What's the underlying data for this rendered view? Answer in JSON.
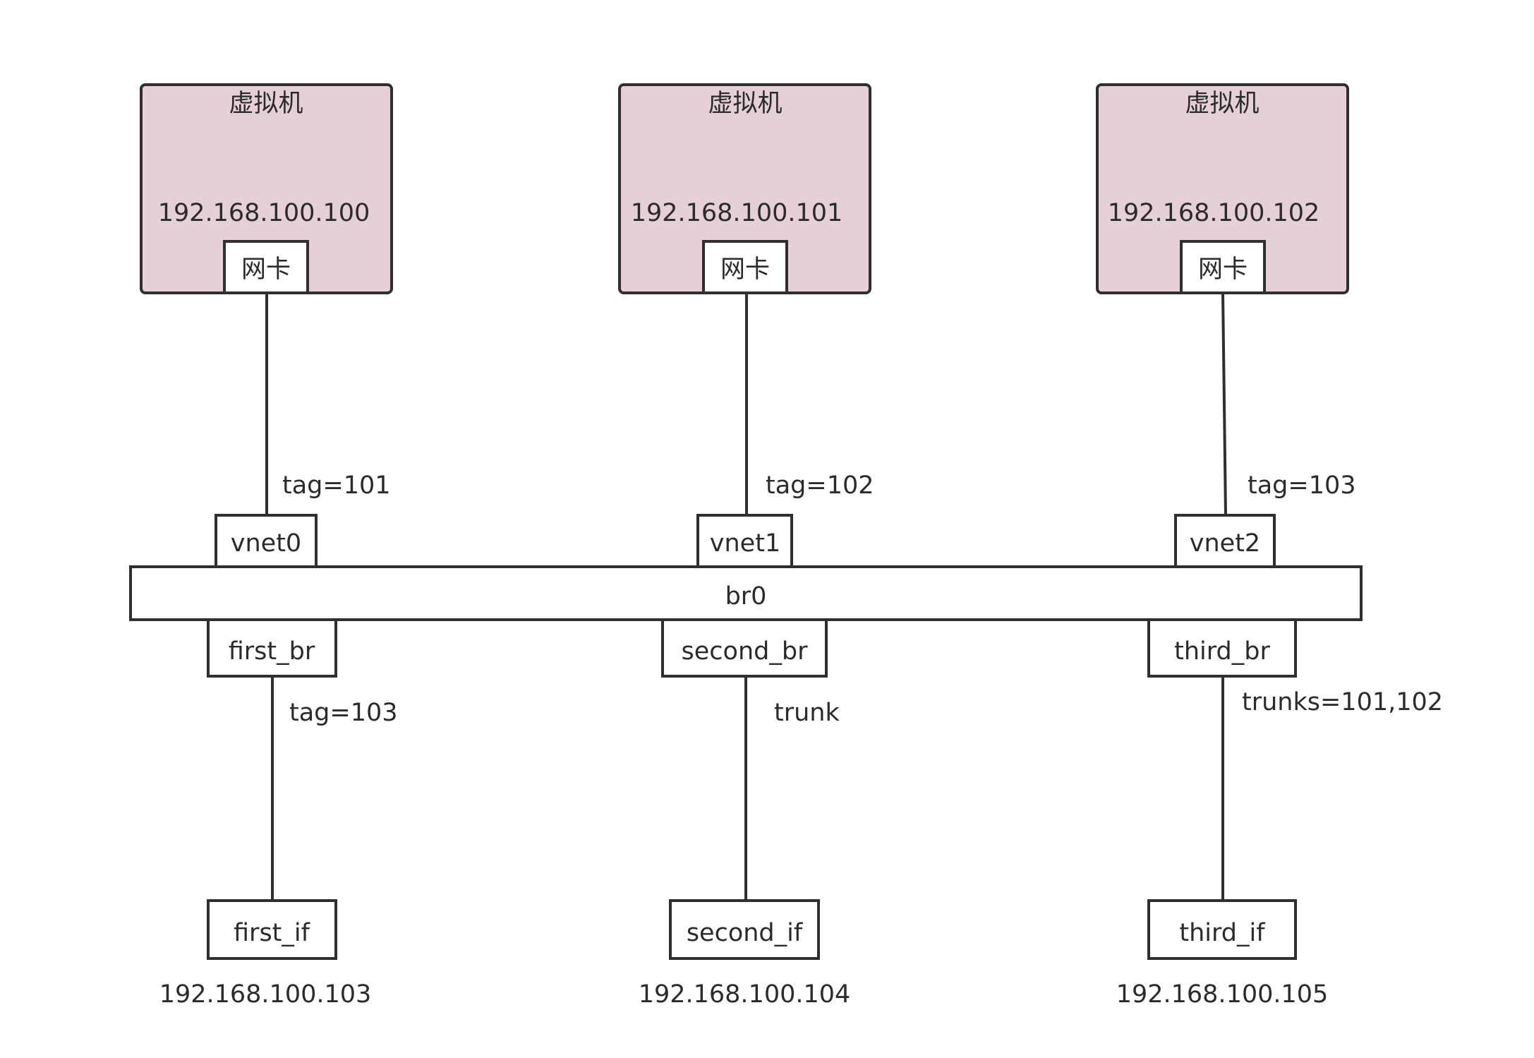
{
  "vms": [
    {
      "title": "虚拟机",
      "ip": "192.168.100.100",
      "nic": "网卡",
      "tag": "tag=101",
      "vnet": "vnet0"
    },
    {
      "title": "虚拟机",
      "ip": "192.168.100.101",
      "nic": "网卡",
      "tag": "tag=102",
      "vnet": "vnet1"
    },
    {
      "title": "虚拟机",
      "ip": "192.168.100.102",
      "nic": "网卡",
      "tag": "tag=103",
      "vnet": "vnet2"
    }
  ],
  "bridge": {
    "label": "br0"
  },
  "ports": [
    {
      "port": "first_br",
      "mode": "tag=103",
      "iface": "first_if",
      "ip": "192.168.100.103"
    },
    {
      "port": "second_br",
      "mode": "trunk",
      "iface": "second_if",
      "ip": "192.168.100.104"
    },
    {
      "port": "third_br",
      "mode": "trunks=101,102",
      "iface": "third_if",
      "ip": "192.168.100.105"
    }
  ],
  "colors": {
    "vm_fill": "#e6d0d7",
    "stroke": "#2f2f2f",
    "text": "#2b2b2b"
  }
}
